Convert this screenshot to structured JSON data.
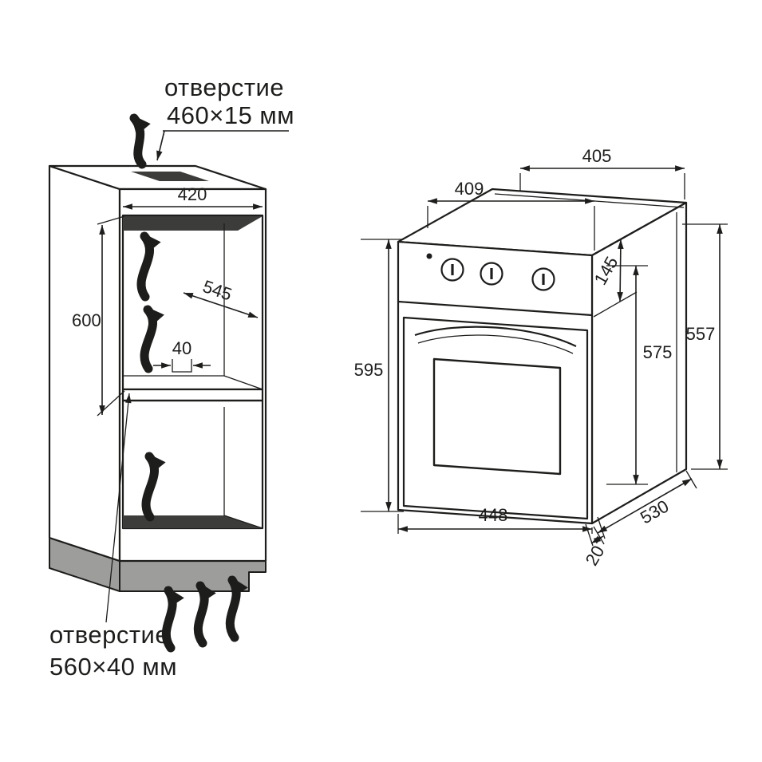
{
  "cabinet": {
    "top_note": {
      "line1": "отверстие",
      "line2": "460×15 мм"
    },
    "bottom_note": {
      "line1": "отверстие",
      "line2": "560×40 мм"
    },
    "dims": {
      "niche_width": "420",
      "niche_height": "600",
      "niche_depth": "545",
      "rear_gap": "40"
    }
  },
  "oven": {
    "dims": {
      "top_back_width": "405",
      "top_front_width": "409",
      "panel_height": "145",
      "front_height": "595",
      "side_height": "575",
      "back_height": "557",
      "bottom_width": "448",
      "depth": "530",
      "door_gap": "20"
    }
  },
  "colors": {
    "line": "#1d1d1b",
    "plinth_gray": "#9d9d9c",
    "vent_dark": "#3c3c3b",
    "background": "#ffffff"
  }
}
